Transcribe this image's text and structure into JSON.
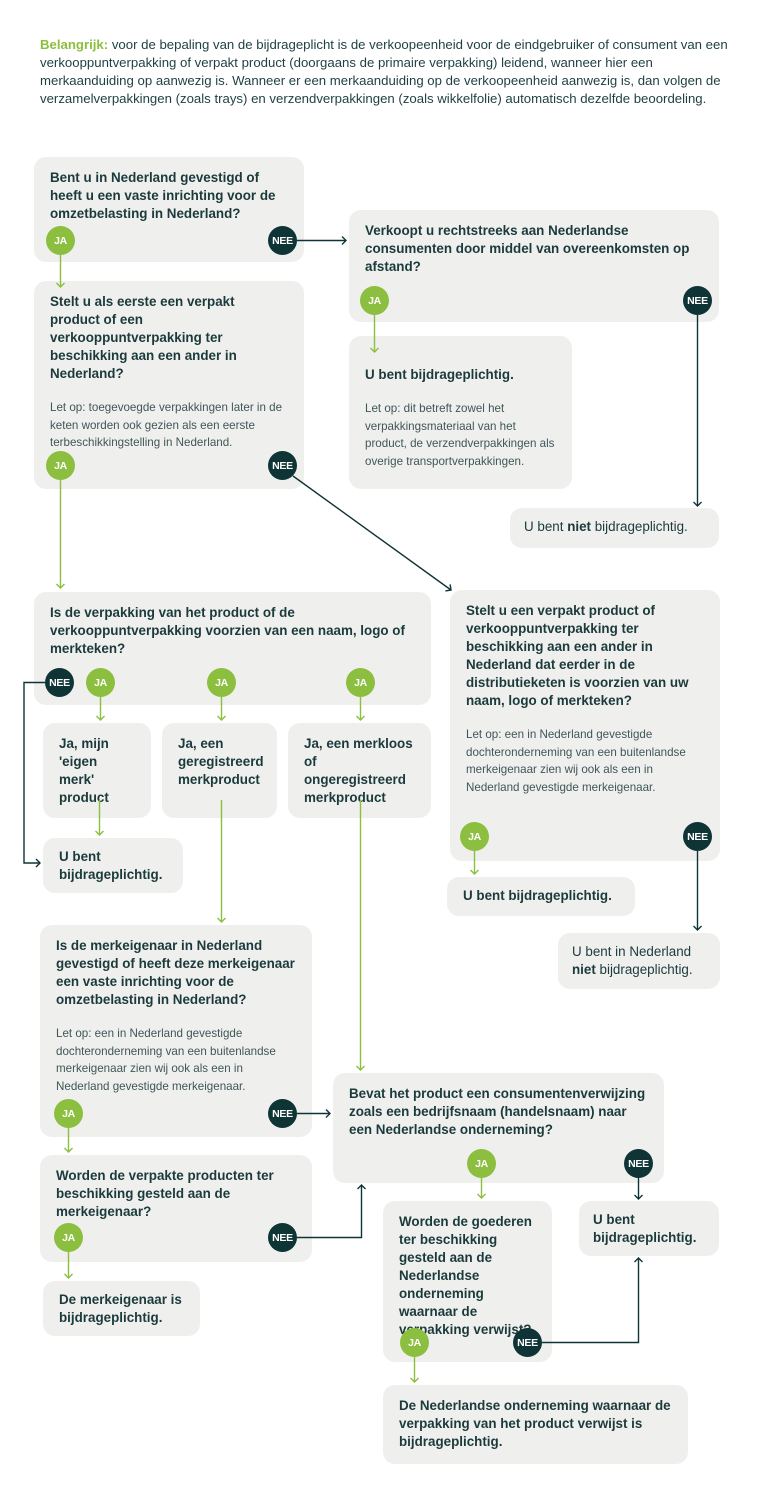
{
  "intro": {
    "highlight": "Belangrijk:",
    "text": " voor de bepaling van de bijdrageplicht is de verkoopeenheid voor de eindgebruiker of consument van een verkooppuntverpakking of verpakt product (doorgaans de primaire verpakking) leidend, wanneer hier een merkaanduiding op aanwezig is. Wanneer er een merkaanduiding op de verkoopeenheid aanwezig is, dan volgen de verzamelverpakkingen (zoals trays) en verzendverpakkingen (zoals wikkelfolie) automatisch dezelfde beoordeling."
  },
  "labels": {
    "ja": "JA",
    "nee": "NEE"
  },
  "colors": {
    "green": "#8cbe3f",
    "dark": "#0f3436",
    "box": "#efefed"
  },
  "q1": {
    "text": "Bent u in Nederland gevestigd of heeft u een vaste inrichting voor de omzetbelasting in Nederland?"
  },
  "q_direct": {
    "text": "Verkoopt u rechtstreeks aan Nederlandse consumenten door middel van overeenkomsten op afstand?"
  },
  "r_direct_ja": {
    "text": "U bent bijdrageplichtig.",
    "note": "Let op: dit betreft zowel het verpakkingsmateriaal van het product, de verzendverpakkingen als overige transportverpakkingen."
  },
  "r_direct_nee": {
    "pre": "U bent ",
    "bold": "niet",
    "post": " bijdrageplichtig."
  },
  "q2": {
    "text": "Stelt u als eerste een verpakt product of een verkooppuntverpakking ter beschikking aan een ander in Nederland?",
    "note": "Let op: toegevoegde verpakkingen later in de keten worden ook gezien als een eerste terbeschikkingstelling in Nederland."
  },
  "q3": {
    "text": "Is de verpakking van het product of de verkooppuntverpakking voorzien van een naam, logo of merkteken?"
  },
  "opt_own": {
    "text": "Ja, mijn 'eigen merk' product"
  },
  "opt_reg": {
    "text": "Ja, een geregistreerd merkproduct"
  },
  "opt_unreg": {
    "text": "Ja, een merkloos of ongeregistreerd merkproduct"
  },
  "r_own": {
    "text": "U bent bijdrageplichtig."
  },
  "q4": {
    "text": "Stelt u een verpakt product of verkooppuntverpakking ter beschikking aan een ander in Nederland dat eerder in de distributieketen is voorzien van uw naam, logo of merkteken?",
    "note": "Let op: een in Nederland gevestigde dochteronderneming van een buitenlandse merkeigenaar zien wij ook als een in Nederland gevestigde merkeigenaar."
  },
  "r_q4_ja": {
    "text": "U bent bijdrageplichtig."
  },
  "r_q4_nee": {
    "pre": "U bent in Nederland ",
    "bold": "niet",
    "post": " bijdrageplichtig."
  },
  "q5": {
    "text": "Is de merkeigenaar in Nederland gevestigd of heeft deze merkeigenaar een vaste inrichting voor de omzetbelasting in Nederland?",
    "note": "Let op: een in Nederland gevestigde dochteronderneming van een buitenlandse merkeigenaar zien wij ook als een in Nederland gevestigde merkeigenaar."
  },
  "q6": {
    "text": "Worden de verpakte producten ter beschikking gesteld aan de merkeigenaar?"
  },
  "r_q6_ja": {
    "text": "De merkeigenaar is bijdrageplichtig."
  },
  "q7": {
    "text": "Bevat het product een consumentenverwijzing zoals een bedrijfsnaam (handelsnaam) naar een Nederlandse onderneming?"
  },
  "q8": {
    "text": "Worden de goederen ter beschikking gesteld aan de Nederlandse onderneming waarnaar de verpakking verwijst?"
  },
  "r_q7": {
    "text": "U bent bijdrageplichtig."
  },
  "r_final": {
    "text": "De Nederlandse onderneming waarnaar de verpakking van het product verwijst is bijdrageplichtig."
  }
}
